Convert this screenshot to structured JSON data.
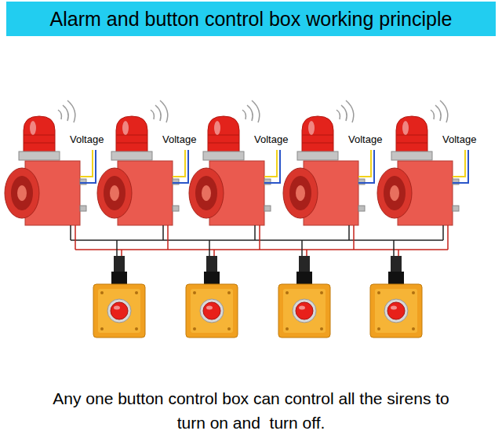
{
  "diagram": {
    "title": "Alarm and button control box working principle",
    "caption": "Any one button control box can control all the sirens to turn on and  turn off.",
    "labels": [
      "Voltage",
      "Voltage",
      "Voltage",
      "Voltage",
      "Voltage"
    ]
  }
}
